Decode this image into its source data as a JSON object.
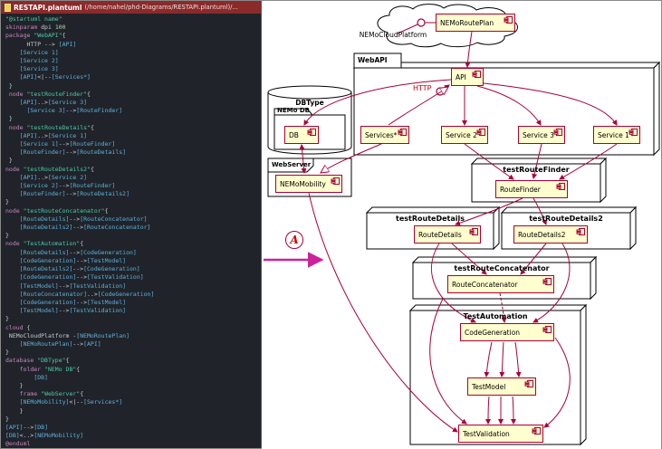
{
  "window": {
    "title": "RESTAPI.plantuml",
    "path": "(/home/nahel/phd-Diagrams/RESTAPI.plantuml)/..."
  },
  "annotation": {
    "label": "A"
  },
  "colors": {
    "accent": "#A80036",
    "component_fill": "#FEFECE",
    "titlebar": "#8B2A2A",
    "annotation_arrow": "#CC2299",
    "http_label": "#CC0000"
  },
  "editor": {
    "lines": [
      "\"@startuml name\"",
      "skinparam dpi 100",
      "package \"WebAPI\"{",
      "      HTTP --> [API]",
      "    [Service 1]",
      "    [Service 2]",
      "    [Service 3]",
      "    [API]<|--[Services*]",
      " }",
      " node \"testRouteFinder\"{",
      "    [API]..>[Service 3]",
      "      [Service 3]-->[RouteFinder]",
      " }",
      " node \"testRouteDetails\"{",
      "    [API]..>[Service 1]",
      "    [Service 1]-->[RouteFinder]",
      "    [RouteFinder]-->[RouteDetails]",
      " }",
      "node \"testRouteDetails2\"{",
      "    [API]..>[Service 2]",
      "    [Service 2]-->[RouteFinder]",
      "    [RouteFinder]-->[RouteDetails2]",
      "}",
      "node \"testRouteConcatenator\"{",
      "    [RouteDetails]-->[RouteConcatenator]",
      "    [RouteDetails2]-->[RouteConcatenator]",
      "}",
      "node \"TestAutomation\"{",
      "    [RouteDetails]-->[CodeGeneration]",
      "    [CodeGeneration]-->[TestModel]",
      "    [RouteDetails2]-->[CodeGeneration]",
      "    [CodeGeneration]-->[TestValidation]",
      "    [TestModel]-->[TestValidation]",
      "    [RouteConcatenator]..>[CodeGeneration]",
      "    [CodeGeneration]-->[TestModel]",
      "    [TestModel]-->[TestValidation]",
      "}",
      "cloud {",
      " NEMoCloudPlatform -[NEMoRoutePlan]",
      "    [NEMoRoutePlan]-->[API]",
      "}",
      "database \"DBType\"{",
      "    folder \"NEMo DB\"{",
      "        [DB]",
      "    }",
      "    frame \"WebServer\"{",
      "    [NEMoMobility]<|--[Services*]",
      "    }",
      "}",
      "[API]-->[DB]",
      "[DB]<..>[NEMoMobility]",
      "@enduml"
    ]
  },
  "diagram": {
    "labels": {
      "webapi": "WebAPI",
      "dbtype": "DBType",
      "nemodb": "NEMo DB",
      "webserver": "WebServer",
      "cloud": "NEMoCloudPlatform",
      "http": "HTTP",
      "testRouteFinder": "testRouteFinder",
      "testRouteDetails": "testRouteDetails",
      "testRouteDetails2": "testRouteDetails2",
      "testRouteConcatenator": "testRouteConcatenator",
      "testAutomation": "TestAutomation"
    },
    "components": {
      "nemoRoutePlan": "NEMoRoutePlan",
      "api": "API",
      "services": "Services*",
      "service2": "Service 2",
      "service3": "Service 3",
      "service1": "Service 1",
      "db": "DB",
      "nemoMobility": "NEMoMobility",
      "routeFinder": "RouteFinder",
      "routeDetails": "RouteDetails",
      "routeDetails2": "RouteDetails2",
      "routeConcatenator": "RouteConcatenator",
      "codeGeneration": "CodeGeneration",
      "testModel": "TestModel",
      "testValidation": "TestValidation"
    }
  }
}
